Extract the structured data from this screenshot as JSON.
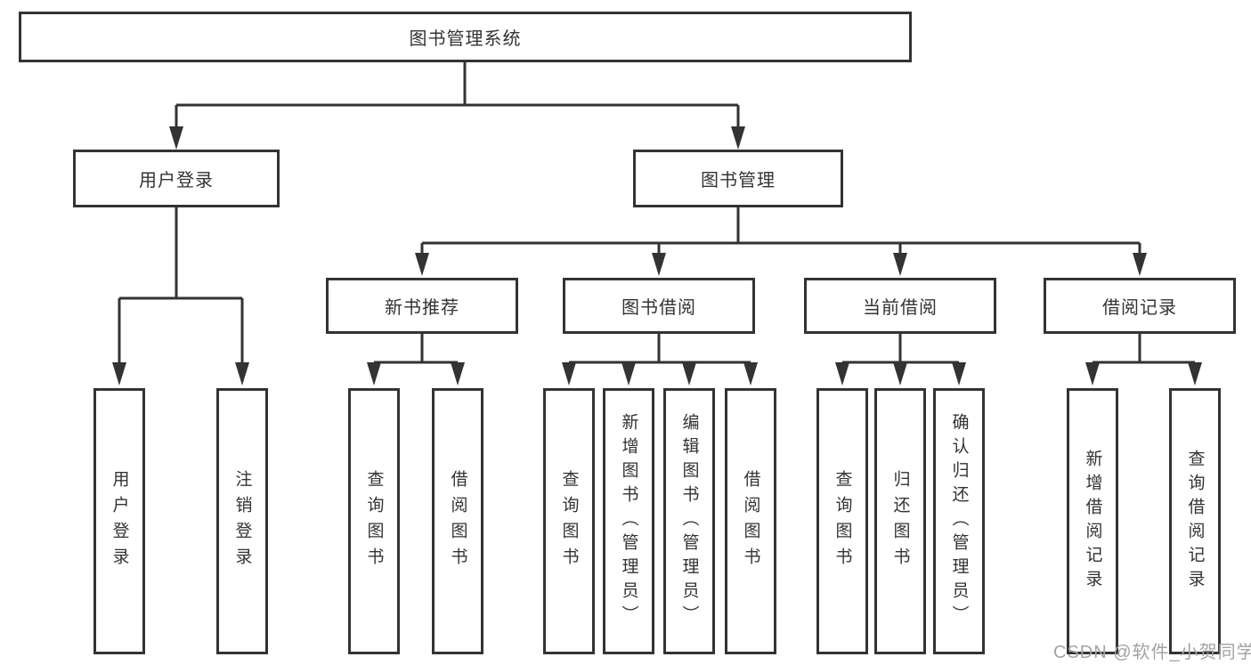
{
  "colors": {
    "background": "#ffffff",
    "line": "#333333",
    "box_border": "#333333",
    "box_fill": "#ffffff",
    "text": "#333333",
    "watermark": "#a3a3a3"
  },
  "watermark": {
    "text": "CSDN @软件_小贺同学"
  },
  "tree": {
    "root": {
      "label": "图书管理系统"
    },
    "branches": [
      {
        "label": "用户登录",
        "children": [
          {
            "label": "用户登录"
          },
          {
            "label": "注销登录"
          }
        ]
      },
      {
        "label": "图书管理",
        "children": [
          {
            "label": "新书推荐",
            "children": [
              {
                "label": "查询图书"
              },
              {
                "label": "借阅图书"
              }
            ]
          },
          {
            "label": "图书借阅",
            "children": [
              {
                "label": "查询图书"
              },
              {
                "label": "新增图书（管理员）"
              },
              {
                "label": "编辑图书（管理员）"
              },
              {
                "label": "借阅图书"
              }
            ]
          },
          {
            "label": "当前借阅",
            "children": [
              {
                "label": "查询图书"
              },
              {
                "label": "归还图书"
              },
              {
                "label": "确认归还（管理员）"
              }
            ]
          },
          {
            "label": "借阅记录",
            "children": [
              {
                "label": "新增借阅记录"
              },
              {
                "label": "查询借阅记录"
              }
            ]
          }
        ]
      }
    ]
  }
}
